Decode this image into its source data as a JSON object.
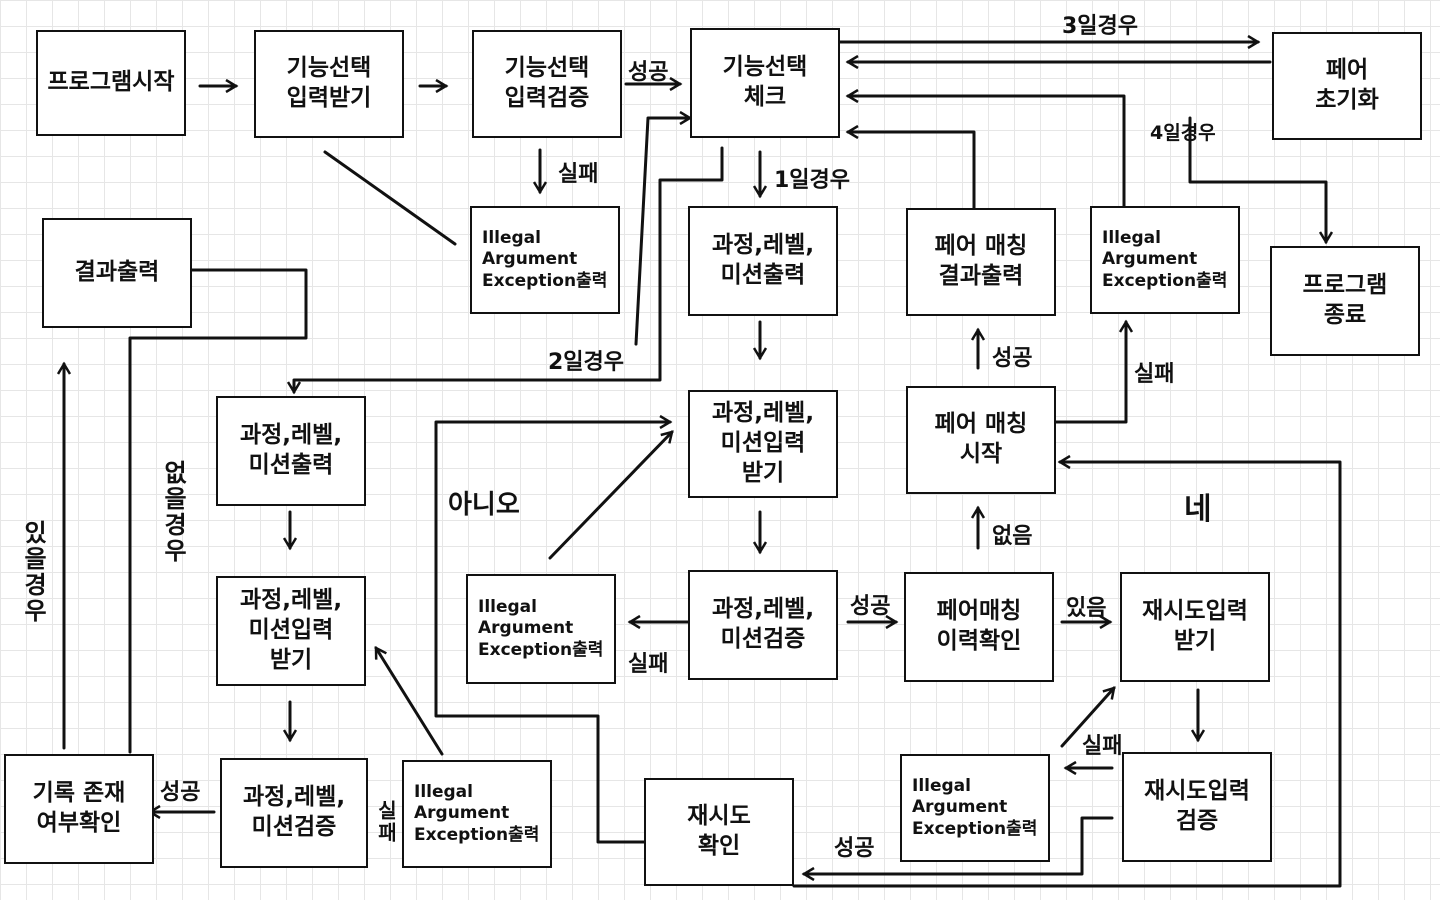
{
  "nodes": {
    "program_start": "프로그램시작",
    "feature_input": "기능선택\n입력받기",
    "feature_validate": "기능선택\n입력검증",
    "feature_check": "기능선택\n체크",
    "pair_reset": "페어\n초기화",
    "program_end": "프로그램\n종료",
    "exc_feature": "Illegal\nArgument\nException출력",
    "course_output_1": "과정,레벨,\n미션출력",
    "pair_result_output": "페어 매칭\n결과출력",
    "exc_pair_match": "Illegal\nArgument\nException출력",
    "result_output": "결과출력",
    "course_output_2": "과정,레벨,\n미션출력",
    "course_input_1": "과정,레벨,\n미션입력\n받기",
    "pair_match_start": "페어 매칭\n시작",
    "course_input_2": "과정,레벨,\n미션입력\n받기",
    "exc_course_1": "Illegal\nArgument\nException출력",
    "course_validate_1": "과정,레벨,\n미션검증",
    "pair_history_check": "페어매칭\n이력확인",
    "retry_input": "재시도입력\n받기",
    "record_exists_check": "기록 존재\n여부확인",
    "course_validate_2": "과정,레벨,\n미션검증",
    "exc_course_2": "Illegal\nArgument\nException출력",
    "retry_check": "재시도\n확인",
    "exc_retry": "Illegal\nArgument\nException출력",
    "retry_validate": "재시도입력\n검증"
  },
  "labels": {
    "success_1": "성공",
    "fail_1": "실패",
    "case_3": "3일경우",
    "case_4": "4일경우",
    "case_1": "1일경우",
    "case_2": "2일경우",
    "success_2": "성공",
    "fail_2": "실패",
    "none": "없음",
    "no": "아니오",
    "yes": "네",
    "success_3": "성공",
    "fail_3": "실패",
    "exists": "있음",
    "fail_4": "실패",
    "success_4": "성공",
    "success_5": "성공",
    "fail_5": "실패",
    "if_exists": "있을경우",
    "if_none": "없을경우"
  }
}
